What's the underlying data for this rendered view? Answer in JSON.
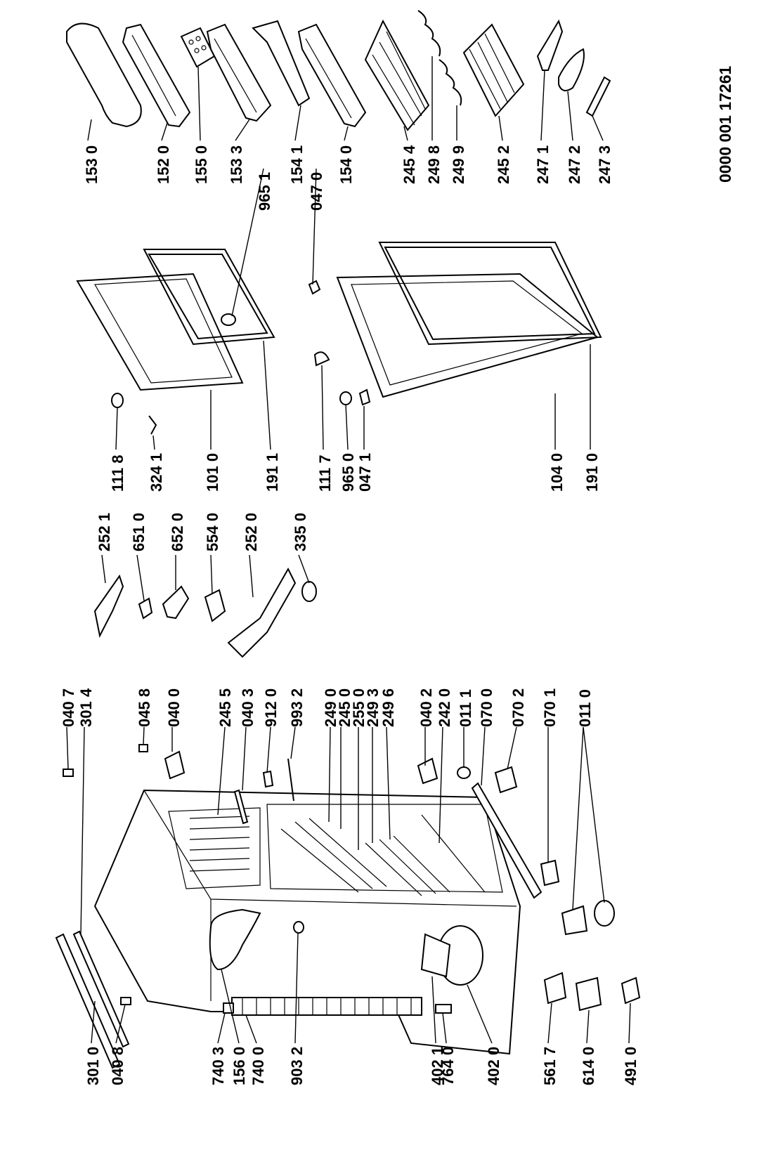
{
  "document_id": "0000 001 17261",
  "labels": {
    "l0": "153 0",
    "l1": "152 0",
    "l2": "155 0",
    "l3": "153 3",
    "l4": "965 1",
    "l5": "154 1",
    "l6": "047 0",
    "l7": "154 0",
    "l8": "245 4",
    "l9": "249 8",
    "l10": "249 9",
    "l11": "245 2",
    "l12": "247 1",
    "l13": "247 2",
    "l14": "247 3",
    "l15": "252 1",
    "l16": "651 0",
    "l17": "652 0",
    "l18": "554 0",
    "l19": "252 0",
    "l20": "335 0",
    "l21": "111 8",
    "l22": "324 1",
    "l23": "101 0",
    "l24": "191 1",
    "l25": "111 7",
    "l26": "965 0",
    "l27": "047 1",
    "l28": "104 0",
    "l29": "191 0",
    "l30": "040 7",
    "l31": "301 4",
    "l32": "045 8",
    "l33": "040 0",
    "l34": "245 5",
    "l35": "040 3",
    "l36": "912 0",
    "l37": "993 2",
    "l38": "249 0",
    "l39": "245 0",
    "l40": "255 0",
    "l41": "249 3",
    "l42": "249 6",
    "l43": "040 2",
    "l44": "242 0",
    "l45": "011 1",
    "l46": "070 0",
    "l47": "070 2",
    "l48": "070 1",
    "l49": "011 0",
    "l50": "301 0",
    "l51": "040 8",
    "l52": "740 3",
    "l53": "156 0",
    "l54": "740 0",
    "l55": "903 2",
    "l56": "402 1",
    "l57": "764 0",
    "l58": "402 0",
    "l59": "561 7",
    "l60": "614 0",
    "l61": "491 0"
  }
}
